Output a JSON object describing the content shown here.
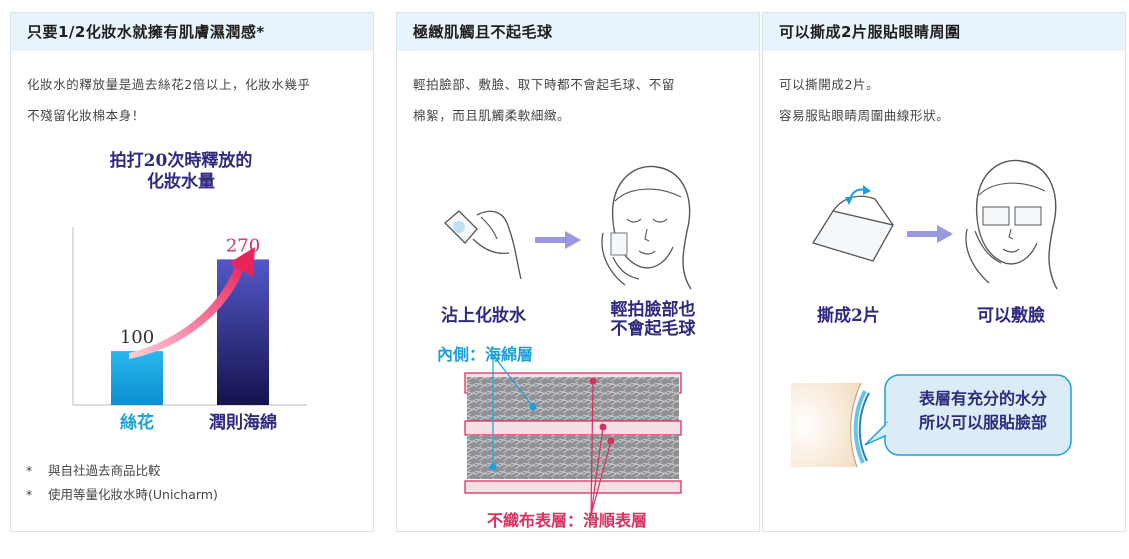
{
  "panels": [
    {
      "title": "只要1/2化妝水就擁有肌膚濕潤感*",
      "desc": [
        "化妝水的釋放量是過去絲花2倍以上，化妝水幾乎",
        "不殘留化妝棉本身！"
      ],
      "chart_title": [
        "拍打20次時釋放的",
        "化妝水量"
      ],
      "notes": [
        "與自社過去商品比較",
        "使用等量化妝水時(Unicharm)"
      ],
      "note_mark": "*"
    },
    {
      "title": "極緻肌觸且不起毛球",
      "desc": [
        "輕拍臉部、敷臉、取下時都不會起毛球、不留",
        "棉絮，而且肌觸柔軟細緻。"
      ],
      "label_step1": "沾上化妝水",
      "label_step2": [
        "輕拍臉部也",
        "不會起毛球"
      ],
      "label_inner": "內側：海綿層",
      "label_outer": "不織布表層：滑順表層"
    },
    {
      "title": "可以撕成2片服貼眼睛周圍",
      "desc": [
        "可以撕開成2片。",
        "容易服貼眼睛周圍曲線形狀。"
      ],
      "label_step1": "撕成2片",
      "label_step2": "可以敷臉",
      "bubble": [
        "表層有充分的水分",
        "所以可以服貼臉部"
      ]
    }
  ],
  "chart_data": {
    "type": "bar",
    "title": "拍打20次時釋放的化妝水量",
    "categories": [
      "絲花",
      "潤則海綿"
    ],
    "values": [
      100,
      270
    ],
    "ylim": [
      0,
      330
    ],
    "colors": [
      "#1aa8e0",
      "#2e2a7e"
    ],
    "grid": false
  }
}
